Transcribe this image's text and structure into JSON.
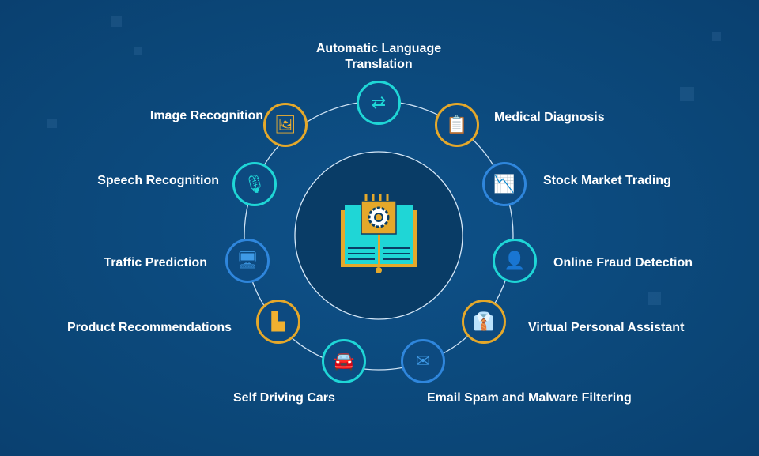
{
  "colors": {
    "background": "#0c4a7d",
    "teal": "#1fd6d6",
    "gold": "#e5a82a",
    "blue": "#2f86dc",
    "center": "#093c66"
  },
  "center": {
    "icon": "book-chip-gear-icon"
  },
  "applications": [
    {
      "label": "Automatic Language Translation",
      "line1": "Automatic Language",
      "line2": "Translation",
      "icon": "translate-icon",
      "color": "teal"
    },
    {
      "label": "Medical Diagnosis",
      "icon": "clipboard-icon",
      "color": "gold"
    },
    {
      "label": "Stock Market Trading",
      "icon": "stock-chart-icon",
      "color": "blue"
    },
    {
      "label": "Online Fraud Detection",
      "icon": "user-monitor-icon",
      "color": "teal"
    },
    {
      "label": "Virtual Personal Assistant",
      "icon": "person-icon",
      "color": "gold"
    },
    {
      "label": "Email Spam and Malware Filtering",
      "icon": "envelope-block-icon",
      "color": "blue"
    },
    {
      "label": "Self Driving Cars",
      "icon": "car-signal-icon",
      "color": "teal"
    },
    {
      "label": "Product Recommendations",
      "icon": "product-chat-icon",
      "color": "gold"
    },
    {
      "label": "Traffic Prediction",
      "icon": "traffic-robot-icon",
      "color": "blue"
    },
    {
      "label": "Speech Recognition",
      "icon": "microphone-icon",
      "color": "teal"
    },
    {
      "label": "Image Recognition",
      "icon": "image-icon",
      "color": "gold"
    }
  ]
}
